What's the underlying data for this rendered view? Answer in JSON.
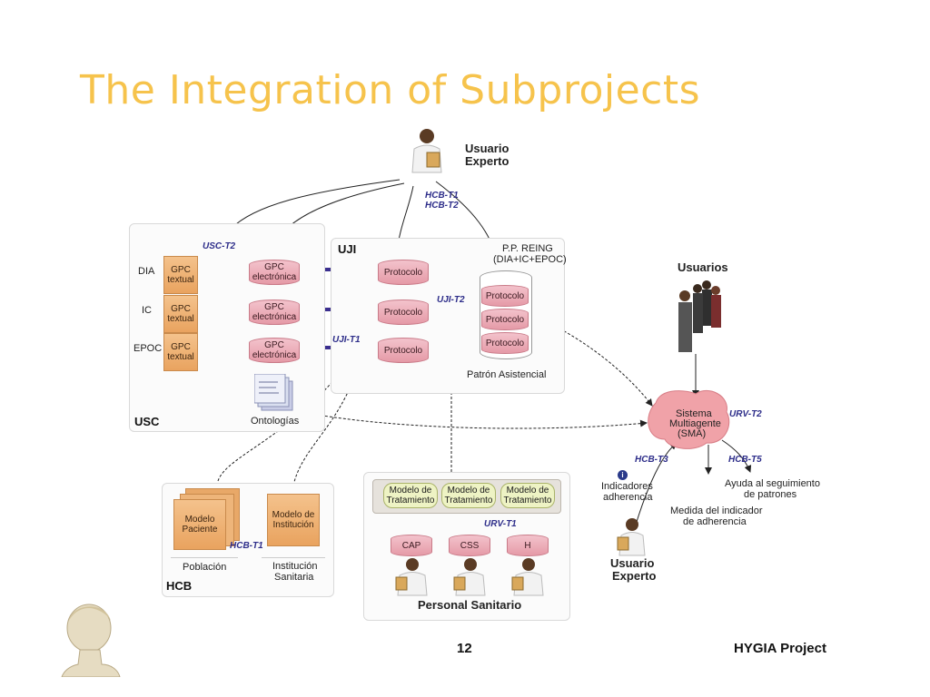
{
  "title": "The Integration of Subprojects",
  "top_user": {
    "line1": "Usuario",
    "line2": "Experto"
  },
  "codes": {
    "hcb_t1_top": "HCB-T1",
    "hcb_t2_top": "HCB-T2",
    "usc_t2": "USC-T2",
    "uji_t2": "UJI-T2",
    "uji_t1": "UJI-T1",
    "urv_t2": "URV-T2",
    "hcb_t3": "HCB-T3",
    "hcb_t5": "HCB-T5",
    "urv_t1": "URV-T1",
    "hcb_t1_bottom": "HCB-T1"
  },
  "usc": {
    "label": "USC",
    "rows": [
      {
        "name": "DIA",
        "textual": "GPC textual",
        "electronica": "GPC electrónica"
      },
      {
        "name": "IC",
        "textual": "GPC textual",
        "electronica": "GPC electrónica"
      },
      {
        "name": "EPOC",
        "textual": "GPC textual",
        "electronica": "GPC electrónica"
      }
    ],
    "ontologias": "Ontologías"
  },
  "uji": {
    "label": "UJI",
    "protocolos": [
      "Protocolo",
      "Protocolo",
      "Protocolo"
    ],
    "reing_title1": "P.P. REING",
    "reing_title2": "(DIA+IC+EPOC)",
    "reing_items": [
      "Protocolo",
      "Protocolo",
      "Protocolo"
    ],
    "patron": "Patrón Asistencial"
  },
  "usuarios": "Usuarios",
  "sma": {
    "line1": "Sistema",
    "line2": "Multiagente",
    "line3": "(SMA)"
  },
  "indicadores": {
    "line1": "Indicadores",
    "line2": "adherencia"
  },
  "ayuda": {
    "line1": "Ayuda al seguimiento",
    "line2": "de patrones"
  },
  "medida": {
    "line1": "Medida del indicador",
    "line2": "de adherencia"
  },
  "bottom_user": {
    "line1": "Usuario",
    "line2": "Experto"
  },
  "hcb": {
    "label": "HCB",
    "modelo_paciente": "Modelo Paciente",
    "modelo_institucion": "Modelo de Institución",
    "poblacion": "Población",
    "institucion1": "Institución",
    "institucion2": "Sanitaria"
  },
  "personal": {
    "label": "Personal Sanitario",
    "modelos": [
      "Modelo de Tratamiento",
      "Modelo de Tratamiento",
      "Modelo de Tratamiento"
    ],
    "centros": [
      "CAP",
      "CSS",
      "H"
    ]
  },
  "footer": {
    "page": "12",
    "project": "HYGIA Project"
  }
}
